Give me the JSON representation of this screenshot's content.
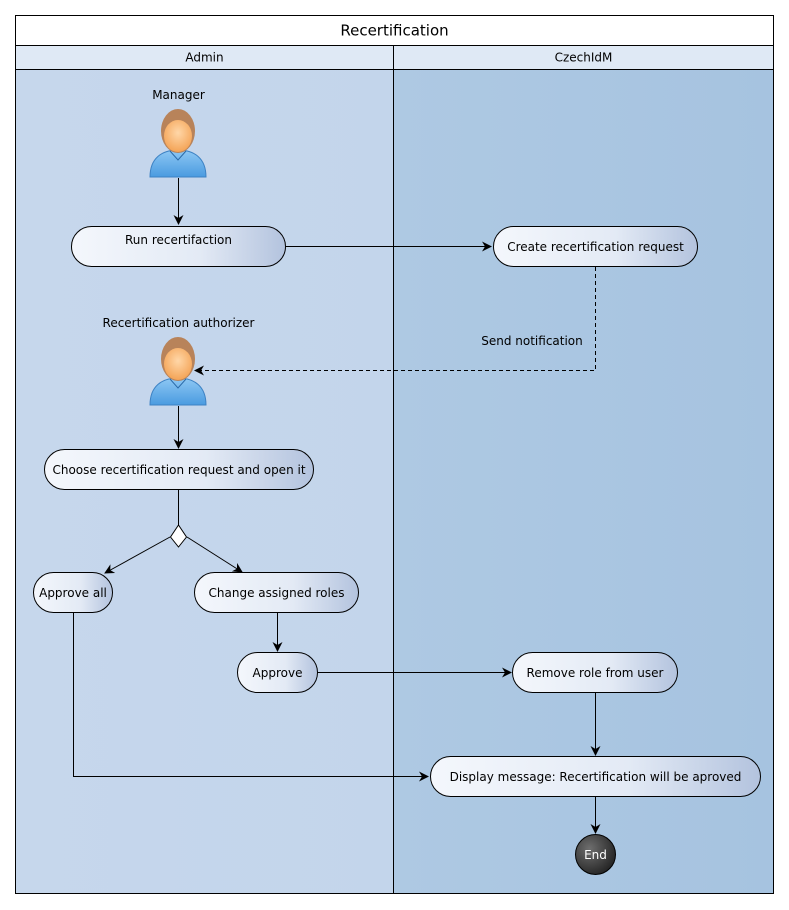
{
  "diagram": {
    "title": "Recertification",
    "lanes": {
      "admin": "Admin",
      "system": "CzechIdM"
    },
    "actors": {
      "manager": "Manager",
      "authorizer": "Recertification authorizer"
    },
    "nodes": {
      "run": "Run recertifaction",
      "create_request": "Create recertification request",
      "choose": "Choose recertification request and open it",
      "approve_all": "Approve all",
      "change_roles": "Change assigned roles",
      "approve": "Approve",
      "remove_role": "Remove role from user",
      "display_message": "Display message: Recertification will be aproved",
      "end": "End"
    },
    "edges": {
      "send_notification": "Send notification"
    }
  }
}
